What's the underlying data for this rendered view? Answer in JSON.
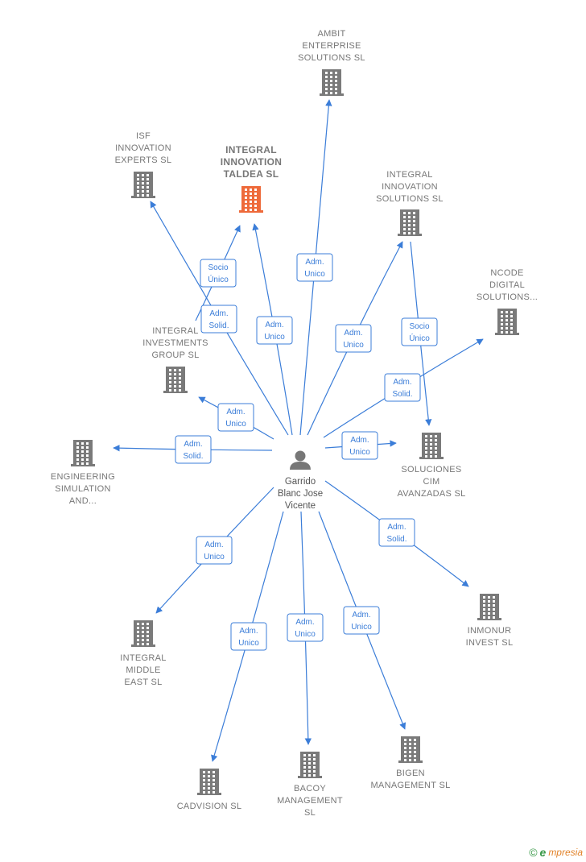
{
  "colors": {
    "edge": "#3b7dd8",
    "building": "#7a7a7a",
    "highlight": "#ee6a3a",
    "person": "#777777"
  },
  "center": {
    "label_lines": [
      "Garrido",
      "Blanc Jose",
      "Vicente"
    ],
    "icon": "person-icon"
  },
  "nodes": [
    {
      "id": "ambit",
      "label_lines": [
        "AMBIT",
        "ENTERPRISE",
        "SOLUTIONS SL"
      ],
      "highlight": false
    },
    {
      "id": "isf",
      "label_lines": [
        "ISF",
        "INNOVATION",
        "EXPERTS SL"
      ],
      "highlight": false
    },
    {
      "id": "taldea",
      "label_lines": [
        "INTEGRAL",
        "INNOVATION",
        "TALDEA SL"
      ],
      "highlight": true
    },
    {
      "id": "iisol",
      "label_lines": [
        "INTEGRAL",
        "INNOVATION",
        "SOLUTIONS SL"
      ],
      "highlight": false
    },
    {
      "id": "ncode",
      "label_lines": [
        "NCODE",
        "DIGITAL",
        "SOLUTIONS..."
      ],
      "highlight": false
    },
    {
      "id": "iig",
      "label_lines": [
        "INTEGRAL",
        "INVESTMENTS",
        "GROUP SL"
      ],
      "highlight": false
    },
    {
      "id": "eng",
      "label_lines": [
        "ENGINEERING",
        "SIMULATION",
        "AND..."
      ],
      "highlight": false
    },
    {
      "id": "cim",
      "label_lines": [
        "SOLUCIONES",
        "CIM",
        "AVANZADAS SL"
      ],
      "highlight": false
    },
    {
      "id": "inmonur",
      "label_lines": [
        "INMONUR",
        "INVEST SL"
      ],
      "highlight": false
    },
    {
      "id": "ime",
      "label_lines": [
        "INTEGRAL",
        "MIDDLE",
        "EAST SL"
      ],
      "highlight": false
    },
    {
      "id": "cadvision",
      "label_lines": [
        "CADVISION SL"
      ],
      "highlight": false
    },
    {
      "id": "bacoy",
      "label_lines": [
        "BACOY",
        "MANAGEMENT",
        "SL"
      ],
      "highlight": false
    },
    {
      "id": "bigen",
      "label_lines": [
        "BIGEN",
        "MANAGEMENT SL"
      ],
      "highlight": false
    }
  ],
  "edges": [
    {
      "from": "center",
      "to": "ambit",
      "label_lines": [
        "Adm.",
        "Unico"
      ]
    },
    {
      "from": "center",
      "to": "isf",
      "label_lines": [
        "Adm.",
        "Solid."
      ]
    },
    {
      "from": "center",
      "to": "taldea",
      "label_lines": [
        "Adm.",
        "Unico"
      ]
    },
    {
      "from": "iig",
      "to": "taldea",
      "label_lines": [
        "Socio",
        "Único"
      ]
    },
    {
      "from": "center",
      "to": "iisol",
      "label_lines": [
        "Adm.",
        "Unico"
      ]
    },
    {
      "from": "iisol",
      "to": "cim",
      "label_lines": [
        "Socio",
        "Único"
      ]
    },
    {
      "from": "center",
      "to": "ncode",
      "label_lines": [
        "Adm.",
        "Solid."
      ]
    },
    {
      "from": "center",
      "to": "iig",
      "label_lines": [
        "Adm.",
        "Unico"
      ]
    },
    {
      "from": "center",
      "to": "eng",
      "label_lines": [
        "Adm.",
        "Solid."
      ]
    },
    {
      "from": "center",
      "to": "cim",
      "label_lines": [
        "Adm.",
        "Unico"
      ]
    },
    {
      "from": "center",
      "to": "inmonur",
      "label_lines": [
        "Adm.",
        "Solid."
      ]
    },
    {
      "from": "center",
      "to": "ime",
      "label_lines": [
        "Adm.",
        "Unico"
      ]
    },
    {
      "from": "center",
      "to": "cadvision",
      "label_lines": [
        "Adm.",
        "Unico"
      ]
    },
    {
      "from": "center",
      "to": "bacoy",
      "label_lines": [
        "Adm.",
        "Unico"
      ]
    },
    {
      "from": "center",
      "to": "bigen",
      "label_lines": [
        "Adm.",
        "Unico"
      ]
    }
  ],
  "footer": {
    "copyright_symbol": "©",
    "brand_initial": "e",
    "brand_rest": "mpresia"
  }
}
